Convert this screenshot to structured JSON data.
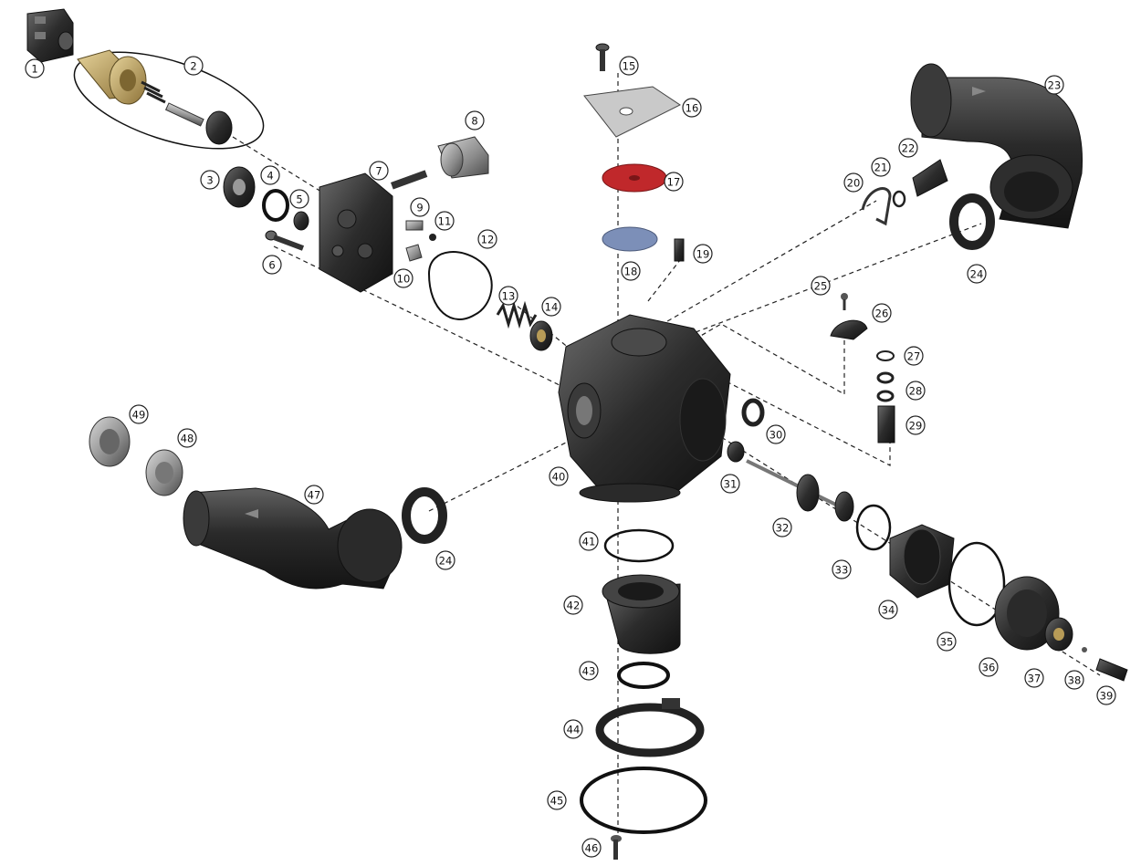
{
  "diagram": {
    "kind": "exploded-parts-view",
    "callouts": [
      "1",
      "2",
      "3",
      "4",
      "5",
      "6",
      "7",
      "8",
      "9",
      "10",
      "11",
      "12",
      "13",
      "14",
      "15",
      "16",
      "17",
      "18",
      "19",
      "20",
      "21",
      "22",
      "23",
      "24",
      "24",
      "25",
      "26",
      "27",
      "28",
      "29",
      "30",
      "31",
      "32",
      "33",
      "34",
      "35",
      "36",
      "37",
      "38",
      "39",
      "40",
      "41",
      "42",
      "43",
      "44",
      "45",
      "46",
      "47",
      "48",
      "49"
    ]
  },
  "colors": {
    "part_dark": "#2a2a2a",
    "part_mid": "#5a5a5a",
    "part_light": "#9a9a9a",
    "part_brass": "#b79b57",
    "part_red": "#c0282b",
    "part_blue": "#7c8fb8",
    "plate": "#b9b9b9",
    "line": "#222222"
  },
  "icons": [
    "solenoid-icon",
    "piston-icon",
    "elbow-pipe-icon",
    "valve-body-icon",
    "o-ring-icon",
    "spring-icon",
    "screw-icon",
    "impeller-icon"
  ]
}
